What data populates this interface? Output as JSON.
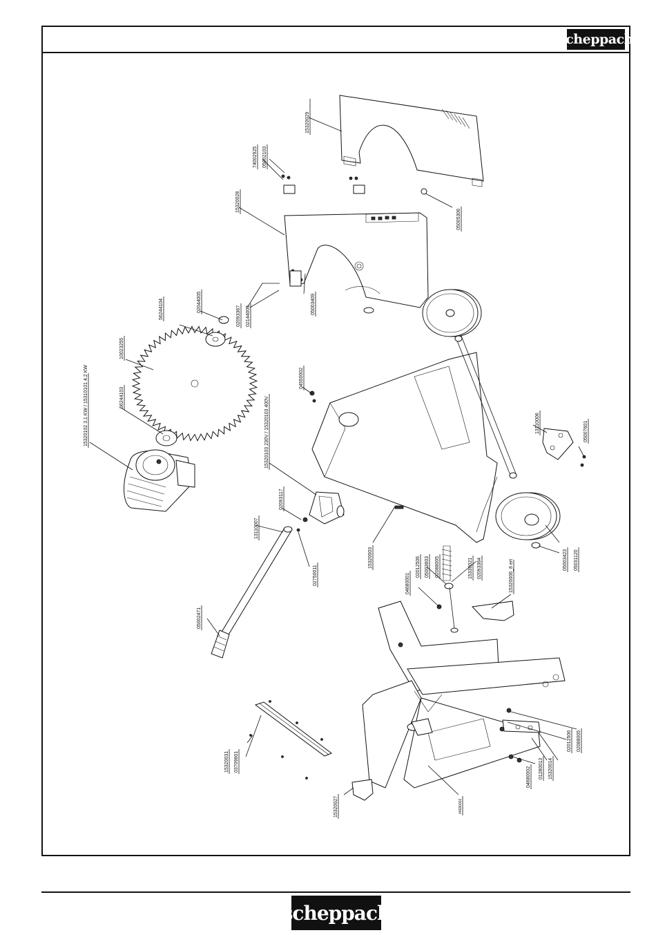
{
  "brand": {
    "name": "scheppach"
  },
  "part_numbers": [
    "15320029",
    "74002925",
    "05002103",
    "15320028",
    "05005306",
    "02093367",
    "02144005",
    "05003409",
    "02044005",
    "56244104",
    "10023255",
    "15320102 3.1 KW / 15310101 4.2 KW",
    "56244103",
    "04550002",
    "13110006",
    "05007601",
    "15320103 230V / 15320103 400V",
    "02093117",
    "13110007",
    "02750011",
    "05002471",
    "15320003",
    "05003423",
    "05031120",
    "04680001",
    "02012506",
    "05003603",
    "02088005",
    "15330021",
    "02093364",
    "15320006_8 ert",
    "15320031",
    "03709601",
    "15320027",
    "02012506",
    "02088005",
    "04680002",
    "01280013",
    "15320014",
    "04680002"
  ]
}
